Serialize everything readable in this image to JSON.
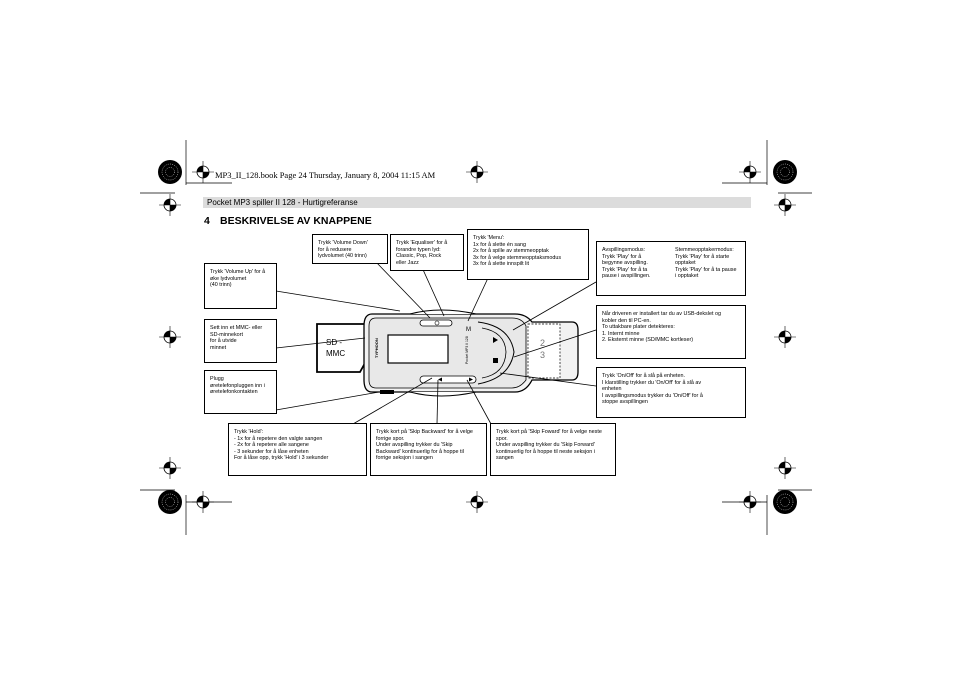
{
  "book_line": "MP3_II_128.book  Page 24  Thursday, January 8, 2004  11:15 AM",
  "header_bar": "Pocket MP3 spiller II 128 - Hurtigreferanse",
  "section": {
    "number": "4",
    "title": "BESKRIVELSE AV KNAPPENE"
  },
  "callouts": {
    "volume_down": "Trykk 'Volume Down'\nfor å redusere\nlydvolumet (40 trinn)",
    "equaliser": "Trykk 'Equaliser' for å\nforandre typen lyd:\nClassic, Pop, Rock\neller Jazz",
    "menu": "Trykk 'Menu':\n1x for å slette én sang\n2x for å spille av stemmeopptak\n3x for å velge stemmeopptaksmodus\n3x for å slette innspilt lit",
    "play_left": "Avspillingsmodus:\nTrykk 'Play' for å\nbegynne avspilling.\nTrykk 'Play' for å ta\npause i avspillingen.",
    "play_right": "Stemmeopptakermodus:\nTrykk 'Play' for å starte\nopptaket\nTrykk 'Play' for å ta pause\ni opptaket",
    "volume_up": "Trykk 'Volume Up' for å\nøke lydvolumet\n(40 trinn)",
    "mmc": "Sett inn et MMC- eller\nSD-minnekort\nfor å utvide\nminnet",
    "headphone": "Plugg\nøretelefonpluggen inn i\nøretelefonkontakten",
    "driver": "Når driveren er installert tar du av USB-dekslet og\nkobler den til PC-en.\nTo uttakbare plater detekteres:\n1. Internt minne\n2. Eksternt minne (SD/MMC kortleser)",
    "onoff": "Trykk 'On/Off' for å slå på enheten.\nI klarstilling trykker du 'On/Off' for å slå av\nenheten\nI avspillingsmodus trykker du 'On/Off' for å\nstoppe avspillingen",
    "hold": "Trykk 'Hold':\n- 1x for å repetere den valgte sangen\n- 2x for å repetere alle sangene\n- 3 sekunder for å låse enheten\nFor å låse opp, trykk 'Hold' i 3 sekunder",
    "skip_back": "Trykk kort på 'Skip Backward' for å velge\nforrige spor.\nUnder avspilling trykker du 'Skip\nBackward' kontinuerlig for å hoppe til\nforrige seksjon i sangen",
    "skip_forward": "Trykk kort på 'Skip Foward' for å velge neste\nspor.\nUnder avspilling trykker du 'Skip Forward'\nkontinuerlig for å hoppe til neste seksjon i\nsangen"
  },
  "device": {
    "sd_label": "SD -\nMMC",
    "button_m": "M",
    "brand": "TYPHOON",
    "model": "Pocket MP3 II 128"
  }
}
